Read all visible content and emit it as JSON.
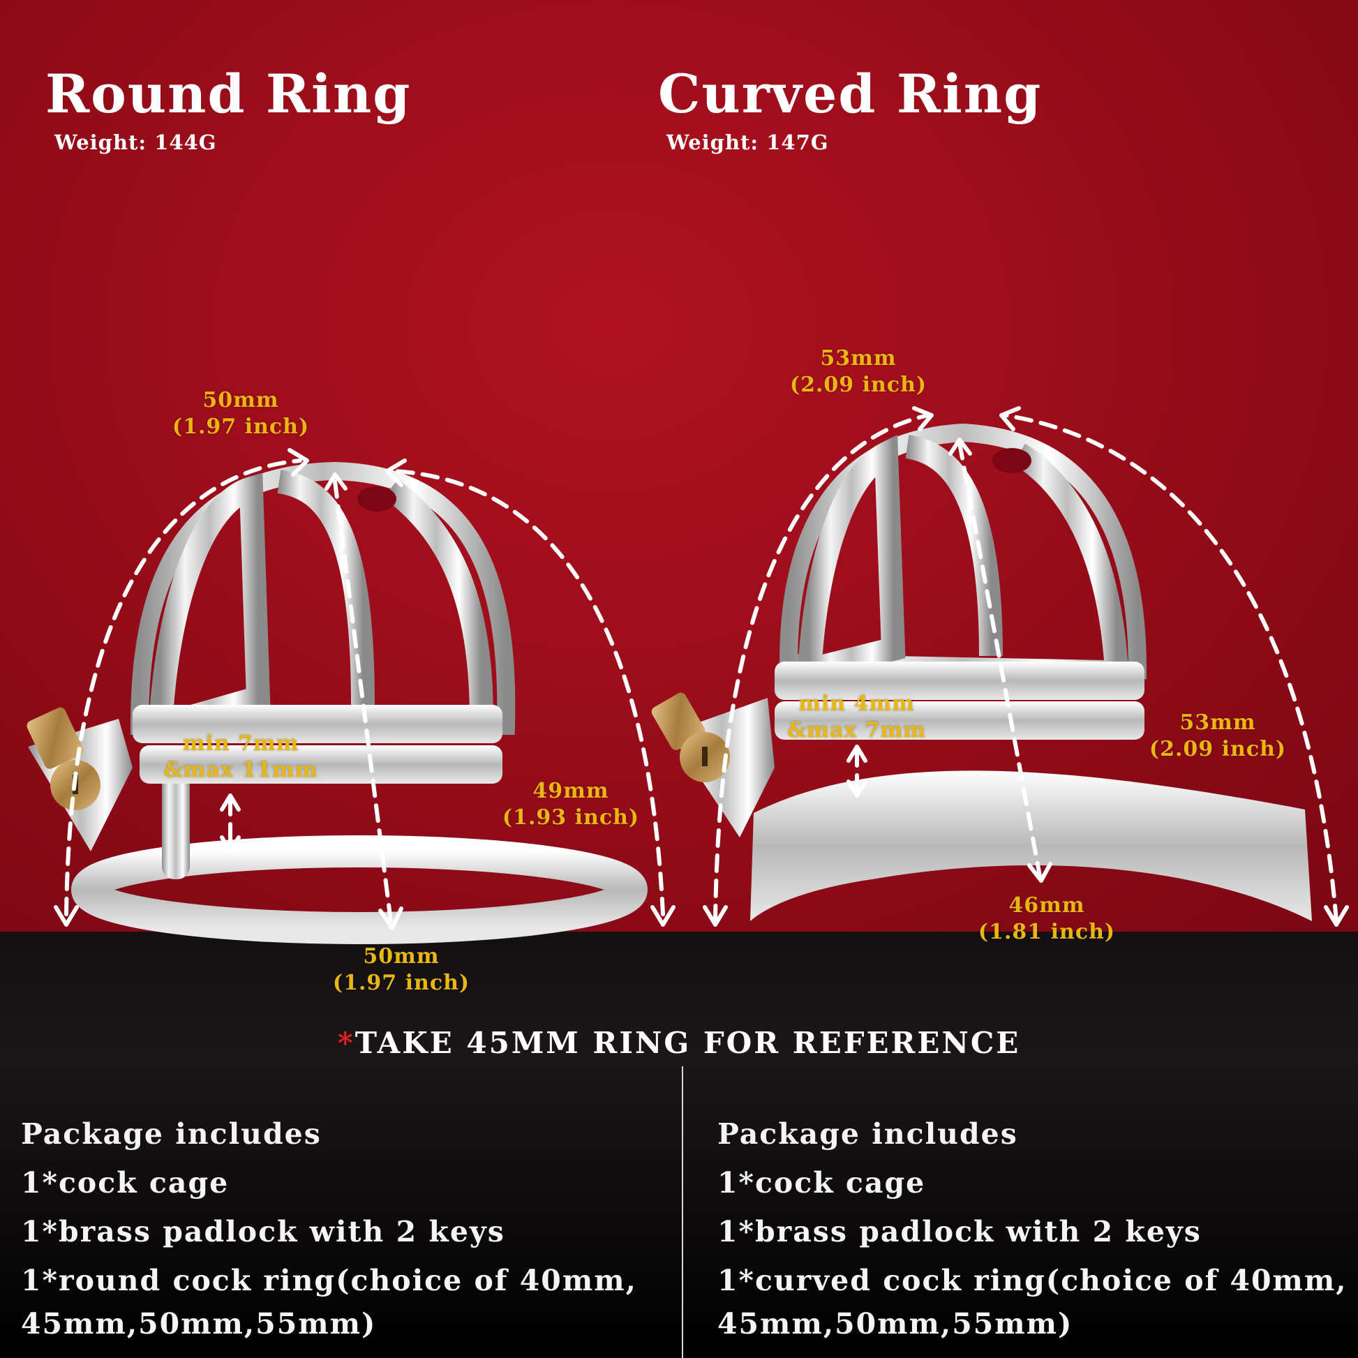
{
  "round": {
    "title": "Round Ring",
    "weight": "Weight:  144G",
    "dims": {
      "top": [
        "50mm",
        "(1.97 inch)"
      ],
      "gap": [
        "min 7mm",
        "&max 11mm"
      ],
      "side": [
        "49mm",
        "(1.93 inch)"
      ],
      "length": [
        "50mm",
        "(1.97 inch)"
      ]
    },
    "package": {
      "heading": "Package includes",
      "items": [
        "1*cock cage",
        "1*brass padlock with 2 keys",
        "1*round cock ring(choice of 40mm,",
        "45mm,50mm,55mm)"
      ]
    }
  },
  "curved": {
    "title": "Curved Ring",
    "weight": "Weight:  147G",
    "dims": {
      "top": [
        "53mm",
        "(2.09 inch)"
      ],
      "gap": [
        "min 4mm",
        "&max 7mm"
      ],
      "side": [
        "53mm",
        "(2.09 inch)"
      ],
      "length": [
        "46mm",
        "(1.81 inch)"
      ]
    },
    "package": {
      "heading": "Package includes",
      "items": [
        "1*cock cage",
        "1*brass padlock with 2 keys",
        "1*curved cock ring(choice of 40mm,",
        "45mm,50mm,55mm)"
      ]
    }
  },
  "reference": {
    "star": "*",
    "text": "TAKE 45MM RING FOR REFERENCE"
  },
  "colors": {
    "background_red": "#9a0d1a",
    "dimension_gold": "#e9b713",
    "footer": "#000000"
  }
}
